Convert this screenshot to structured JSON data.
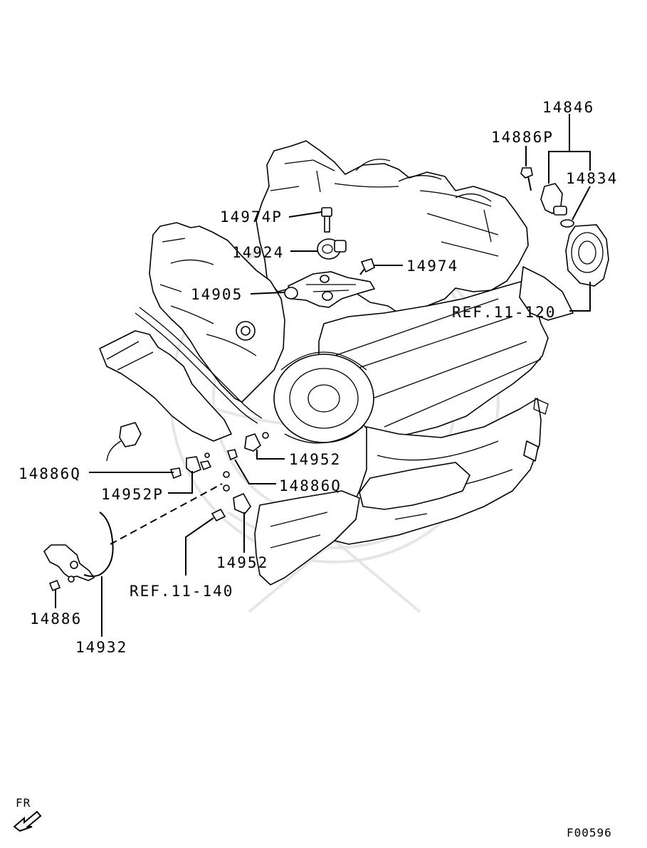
{
  "diagram_code": "F00596",
  "orientation_label": "FR",
  "callouts": {
    "c14846": "14846",
    "c14886P": "14886P",
    "c14834": "14834",
    "c14974P": "14974P",
    "c14924": "14924",
    "c14974": "14974",
    "c14905": "14905",
    "ref11_120": "REF.11-120",
    "c14952_upper": "14952",
    "c14886Q_left": "14886Q",
    "c14952P": "14952P",
    "c14886Q_right": "14886Q",
    "c14952_lower": "14952",
    "ref11_140": "REF.11-140",
    "c14886": "14886",
    "c14932": "14932"
  }
}
